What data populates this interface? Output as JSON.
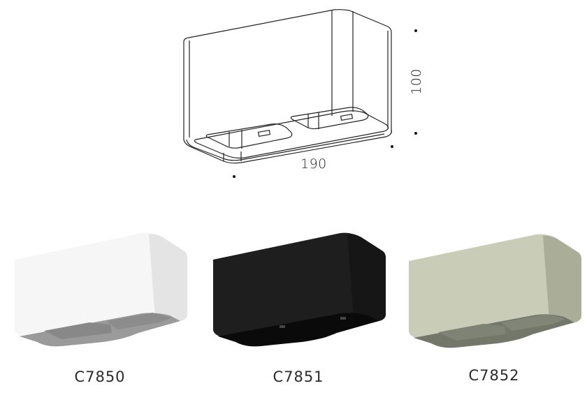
{
  "technical_drawing": {
    "dimensions": {
      "width": "190",
      "height": "100"
    }
  },
  "products": [
    {
      "code": "C7850",
      "color_name": "white",
      "body_color": "#f4f4f4",
      "side_color": "#e2e2e2",
      "inner_color": "#8f8f8f"
    },
    {
      "code": "C7851",
      "color_name": "black",
      "body_color": "#1c1c1c",
      "side_color": "#151515",
      "inner_color": "#0b0b0b"
    },
    {
      "code": "C7852",
      "color_name": "sage",
      "body_color": "#c8cbb6",
      "side_color": "#a9ad98",
      "inner_color": "#6f7366"
    }
  ]
}
